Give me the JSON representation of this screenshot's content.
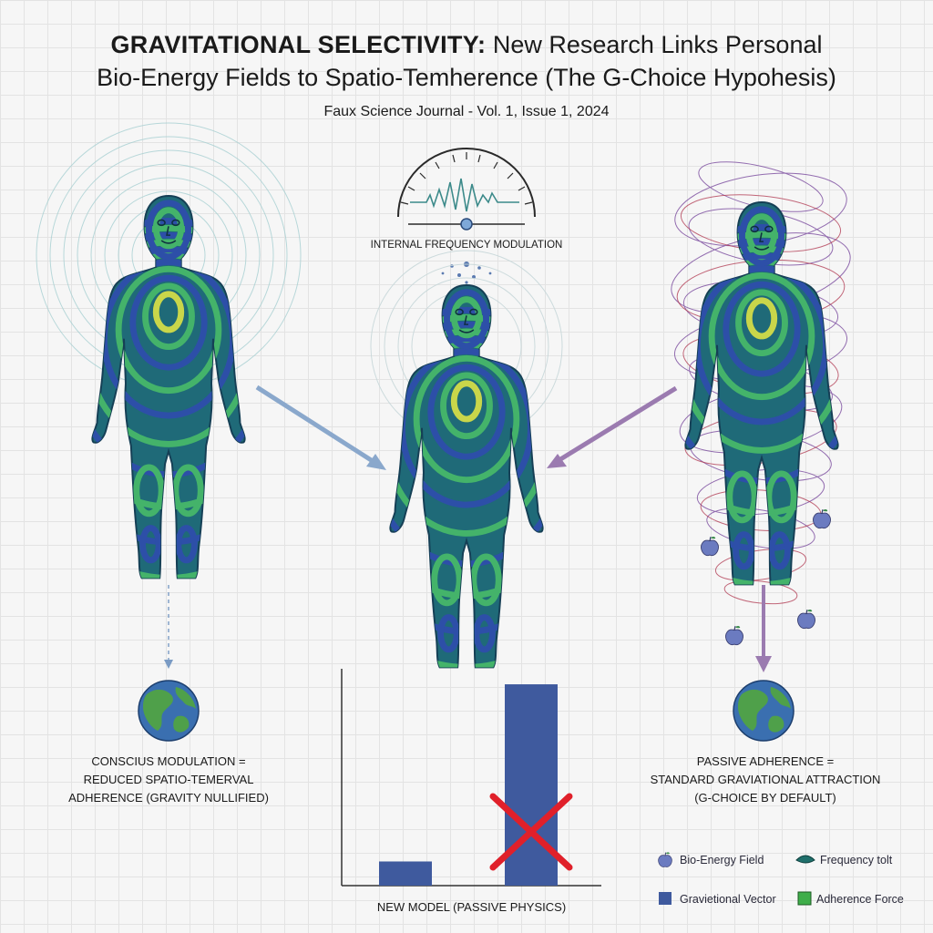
{
  "title": {
    "bold_part": "GRAVITATIONAL SELECTIVITY:",
    "line1_rest": " New Research Links Personal",
    "line2": "Bio-Energy Fields to Spatio-Temherence (The G-Choice Hypohesis)"
  },
  "subtitle": "Faux Science Journal - Vol. 1, Issue 1, 2024",
  "gauge_label": "INTERNAL FREQUENCY MODULATION",
  "left_caption": {
    "line1": "CONSCIUS MODULATION =",
    "line2": "REDUCED SPATIO-TEMERVAL",
    "line3": "ADHERENCE (GRAVITY NULLIFIED)"
  },
  "right_caption": {
    "line1": "PASSIVE ADHERENCE =",
    "line2": "STANDARD GRAVIATIONAL ATTRACTION",
    "line3": "(G-CHOICE BY DEFAULT)"
  },
  "chart_data": {
    "type": "bar",
    "categories": [
      "",
      ""
    ],
    "values": [
      0.12,
      1.0
    ],
    "xlabel": "NEW MODEL (PASSIVE PHYSICS)",
    "ylabel": "",
    "ylim": [
      0,
      1.05
    ],
    "bar_color": "#3f5a9e",
    "crossed_out_index": 1,
    "cross_color": "#e0202a"
  },
  "legend": [
    {
      "label": "Bio-Energy Field",
      "icon": "apple-icon",
      "color": "#6b7bc0"
    },
    {
      "label": "Frequency tolt",
      "icon": "eye-icon",
      "color": "#1f6f6b"
    },
    {
      "label": "Gravietional Vector",
      "icon": "blue-square-icon",
      "color": "#3f5a9e"
    },
    {
      "label": "Adherence Force",
      "icon": "green-square-icon",
      "color": "#3fae4a"
    }
  ],
  "colors": {
    "body_base": "#1f6a78",
    "stripe_blue": "#2d4fa8",
    "stripe_green": "#44b36a",
    "stripe_yellow": "#c9d64a",
    "arrow_blue": "#8aa8cc",
    "arrow_purple": "#9b7bb0",
    "vortex_purple": "#7a4a9e",
    "vortex_red": "#b0364f"
  }
}
